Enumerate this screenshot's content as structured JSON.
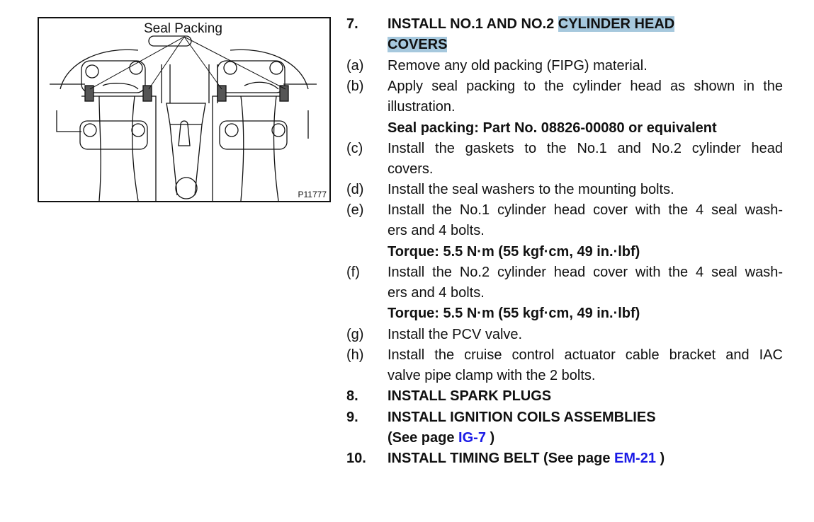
{
  "figure": {
    "caption": "Seal Packing",
    "id": "P11777"
  },
  "steps": {
    "s7": {
      "num": "7.",
      "title_a": "INSTALL NO.1 AND NO.2 ",
      "title_hl1": "CYLINDER HEAD",
      "title_hl2": "COVERS"
    },
    "a": {
      "label": "(a)",
      "text": "Remove any old packing (FIPG) material."
    },
    "b": {
      "label": "(b)",
      "line1": "Apply seal packing to the cylinder head as shown in the",
      "line2": "illustration.",
      "spec": "Seal packing: Part No. 08826-00080 or equivalent"
    },
    "c": {
      "label": "(c)",
      "line1": "Install the gaskets to the No.1 and No.2 cylinder head",
      "line2": "covers."
    },
    "d": {
      "label": "(d)",
      "text": "Install the seal washers to the mounting bolts."
    },
    "e": {
      "label": "(e)",
      "line1": "Install the No.1 cylinder head cover with the 4 seal wash-",
      "line2": "ers and 4 bolts.",
      "spec": "Torque: 5.5 N·m (55 kgf·cm, 49 in.·lbf)"
    },
    "f": {
      "label": "(f)",
      "line1": "Install the No.2 cylinder head cover with the 4 seal wash-",
      "line2": "ers and 4 bolts.",
      "spec": "Torque: 5.5 N·m (55 kgf·cm, 49 in.·lbf)"
    },
    "g": {
      "label": "(g)",
      "text": "Install the PCV valve."
    },
    "h": {
      "label": "(h)",
      "line1": "Install the cruise control actuator cable bracket and IAC",
      "line2": "valve pipe clamp with the 2 bolts."
    },
    "s8": {
      "num": "8.",
      "title": "INSTALL SPARK PLUGS"
    },
    "s9": {
      "num": "9.",
      "title": "INSTALL IGNITION COILS ASSEMBLIES",
      "see_pre": "(See page ",
      "link": "IG-7",
      "see_post": " )"
    },
    "s10": {
      "num": "10.",
      "title": "INSTALL TIMING BELT (See page ",
      "link": "EM-21",
      "post": " )"
    }
  }
}
